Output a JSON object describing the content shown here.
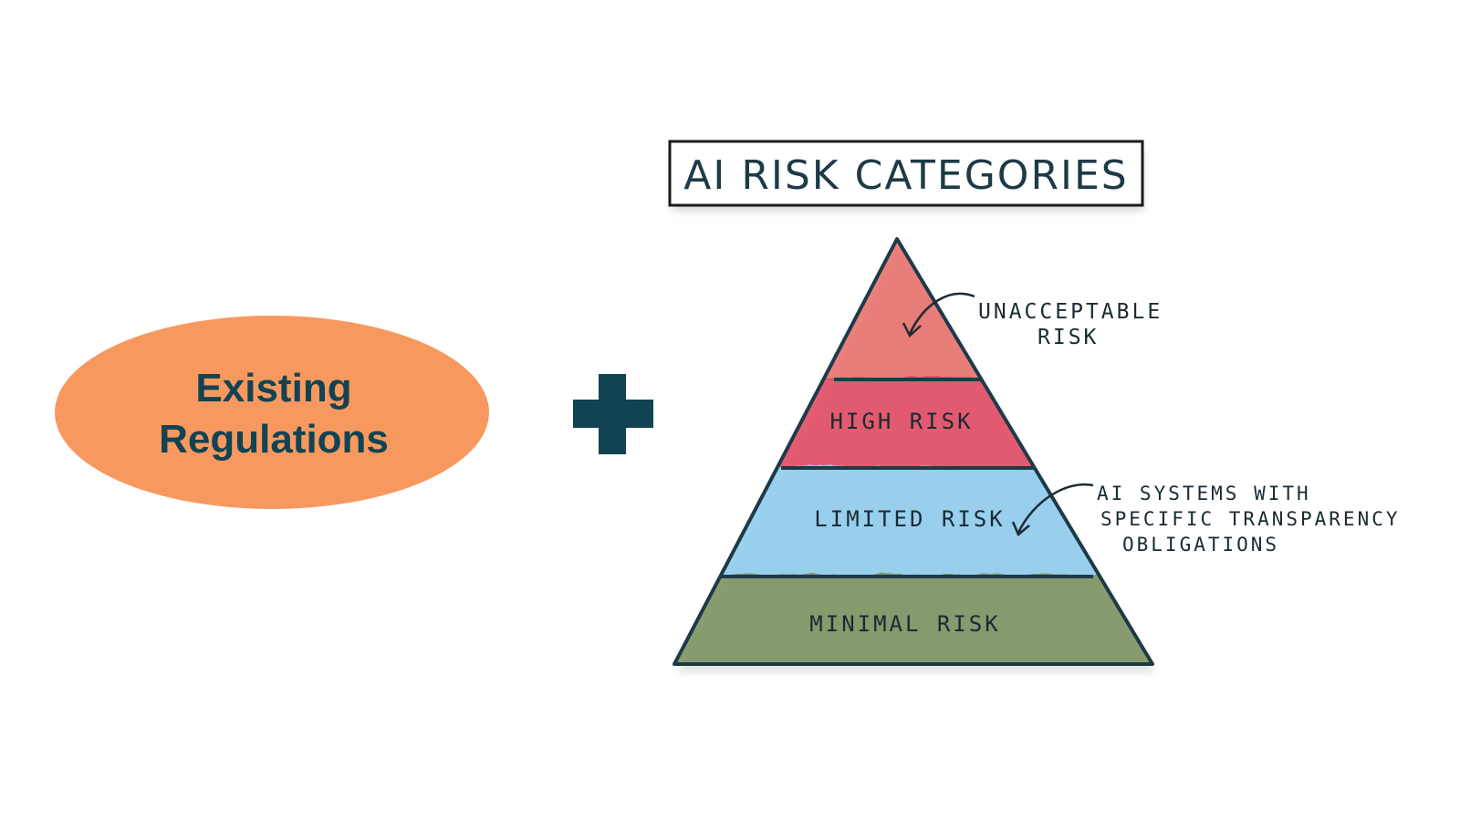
{
  "left_ellipse": {
    "line1": "Existing",
    "line2": "Regulations"
  },
  "title": "AI RISK CATEGORIES",
  "tiers": {
    "unacceptable": "UNACCEPTABLE RISK",
    "high": "HIGH RISK",
    "limited": "LIMITED RISK",
    "minimal": "MINIMAL RISK"
  },
  "annotations": {
    "unacceptable_line1": "UNACCEPTABLE",
    "unacceptable_line2": "RISK",
    "limited_line1": "AI SYSTEMS WITH",
    "limited_line2": "SPECIFIC TRANSPARENCY",
    "limited_line3": "OBLIGATIONS"
  },
  "colors": {
    "ellipse": "#F7995F",
    "dark_teal": "#124353",
    "unacceptable": "#E86A66",
    "high": "#E2475F",
    "limited": "#8FCDEE",
    "minimal": "#7E9463",
    "outline": "#1E3A48"
  },
  "icons": {
    "plus": "plus-icon",
    "arrow_unacceptable": "curved-arrow-icon",
    "arrow_limited": "curved-arrow-icon"
  }
}
